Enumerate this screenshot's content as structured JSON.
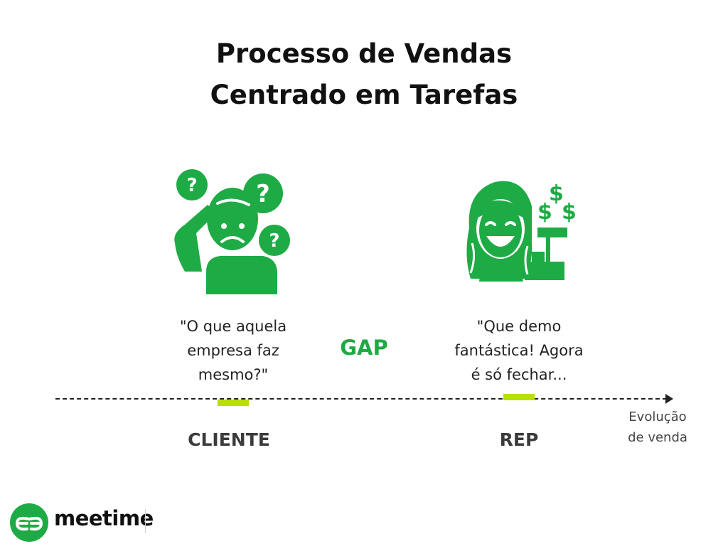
{
  "title": [
    "Processo de Vendas",
    "Centrado em Tarefas"
  ],
  "colors": {
    "green": "#1eab45",
    "lime": "#b8e000",
    "dark": "#222222"
  },
  "left": {
    "icon": "confused-person-question-marks-icon",
    "quote": [
      "\"O que aquela",
      "empresa faz",
      "mesmo?\""
    ],
    "label": "CLIENTE"
  },
  "middle": {
    "label": "GAP"
  },
  "right": {
    "icon": "happy-woman-cash-register-icon",
    "quote": [
      "\"Que demo",
      "fantástica! Agora",
      "é só fechar..."
    ],
    "label": "REP"
  },
  "axis": {
    "label": [
      "Evolução",
      "de venda"
    ]
  },
  "logo": {
    "text": "meetime",
    "icon": "meetime-logo-icon"
  }
}
